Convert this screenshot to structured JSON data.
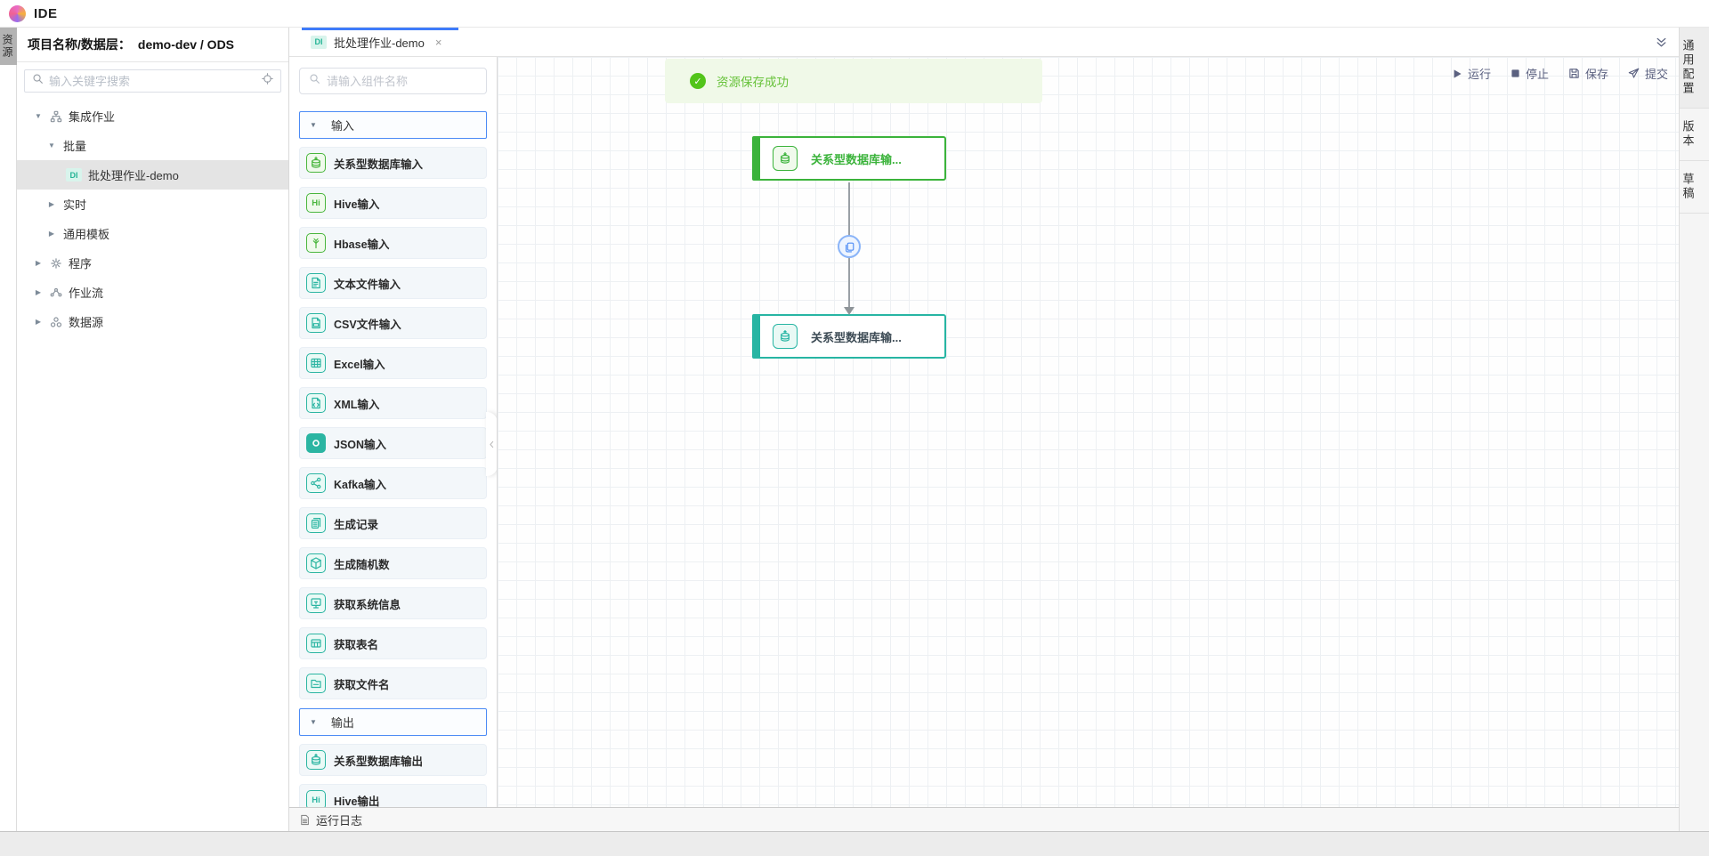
{
  "app": {
    "title": "IDE"
  },
  "left_rail": {
    "tab_label": "资源"
  },
  "project_panel": {
    "header_label": "项目名称/数据层：",
    "header_value": "demo-dev / ODS",
    "search_placeholder": "输入关键字搜索",
    "tree": [
      {
        "label": "集成作业",
        "level": 0,
        "arrow": "down",
        "icon": "integration-jobs"
      },
      {
        "label": "批量",
        "level": 1,
        "arrow": "down",
        "icon": null
      },
      {
        "label": "批处理作业-demo",
        "level": 2,
        "arrow": null,
        "icon": "di-badge",
        "badge": "DI",
        "selected": true
      },
      {
        "label": "实时",
        "level": 1,
        "arrow": "right",
        "icon": null
      },
      {
        "label": "通用模板",
        "level": 1,
        "arrow": "right",
        "icon": null
      },
      {
        "label": "程序",
        "level": 0,
        "arrow": "right",
        "icon": "program"
      },
      {
        "label": "作业流",
        "level": 0,
        "arrow": "right",
        "icon": "workflow"
      },
      {
        "label": "数据源",
        "level": 0,
        "arrow": "right",
        "icon": "data-source"
      }
    ]
  },
  "tab_bar": {
    "tab": {
      "badge": "DI",
      "label": "批处理作业-demo",
      "close": "×"
    }
  },
  "palette": {
    "search_placeholder": "请输入组件名称",
    "sections": [
      {
        "label": "输入",
        "items": [
          {
            "label": "关系型数据库输入",
            "icon": "database-input",
            "color": "green"
          },
          {
            "label": "Hive输入",
            "icon": "hive",
            "glyph": "Hi",
            "color": "green"
          },
          {
            "label": "Hbase输入",
            "icon": "hbase",
            "color": "green"
          },
          {
            "label": "文本文件输入",
            "icon": "text-file",
            "color": "teal"
          },
          {
            "label": "CSV文件输入",
            "icon": "csv-file",
            "color": "teal"
          },
          {
            "label": "Excel输入",
            "icon": "excel",
            "color": "teal"
          },
          {
            "label": "XML输入",
            "icon": "xml-file",
            "color": "teal"
          },
          {
            "label": "JSON输入",
            "icon": "json",
            "color": "teal-solid"
          },
          {
            "label": "Kafka输入",
            "icon": "kafka",
            "color": "teal"
          },
          {
            "label": "生成记录",
            "icon": "generate-records",
            "color": "teal"
          },
          {
            "label": "生成随机数",
            "icon": "random-number",
            "color": "teal"
          },
          {
            "label": "获取系统信息",
            "icon": "system-info",
            "color": "teal"
          },
          {
            "label": "获取表名",
            "icon": "table-name",
            "color": "teal"
          },
          {
            "label": "获取文件名",
            "icon": "file-name",
            "color": "teal"
          }
        ]
      },
      {
        "label": "输出",
        "items": [
          {
            "label": "关系型数据库输出",
            "icon": "database-output",
            "color": "teal"
          },
          {
            "label": "Hive输出",
            "icon": "hive",
            "glyph": "Hi",
            "color": "teal"
          }
        ]
      }
    ]
  },
  "toolbar": {
    "buttons": [
      {
        "label": "运行",
        "icon": "play-icon"
      },
      {
        "label": "停止",
        "icon": "stop-icon"
      },
      {
        "label": "保存",
        "icon": "save-icon"
      },
      {
        "label": "提交",
        "icon": "submit-icon"
      }
    ]
  },
  "canvas": {
    "toast": {
      "text": "资源保存成功"
    },
    "nodes": [
      {
        "label": "关系型数据库输...",
        "kind": "input",
        "icon": "database-input"
      },
      {
        "label": "关系型数据库输...",
        "kind": "output",
        "icon": "database-output"
      }
    ]
  },
  "right_rail": {
    "tabs": [
      "通用配置",
      "版本",
      "草稿"
    ]
  },
  "log_bar": {
    "label": "运行日志"
  },
  "colors": {
    "accent_blue": "#3e7bfa",
    "green": "#3bb33b",
    "teal": "#2bb5a2",
    "success": "#52c41a",
    "toast_bg": "#f0f9e8",
    "toolbar_text": "#5b6180"
  }
}
